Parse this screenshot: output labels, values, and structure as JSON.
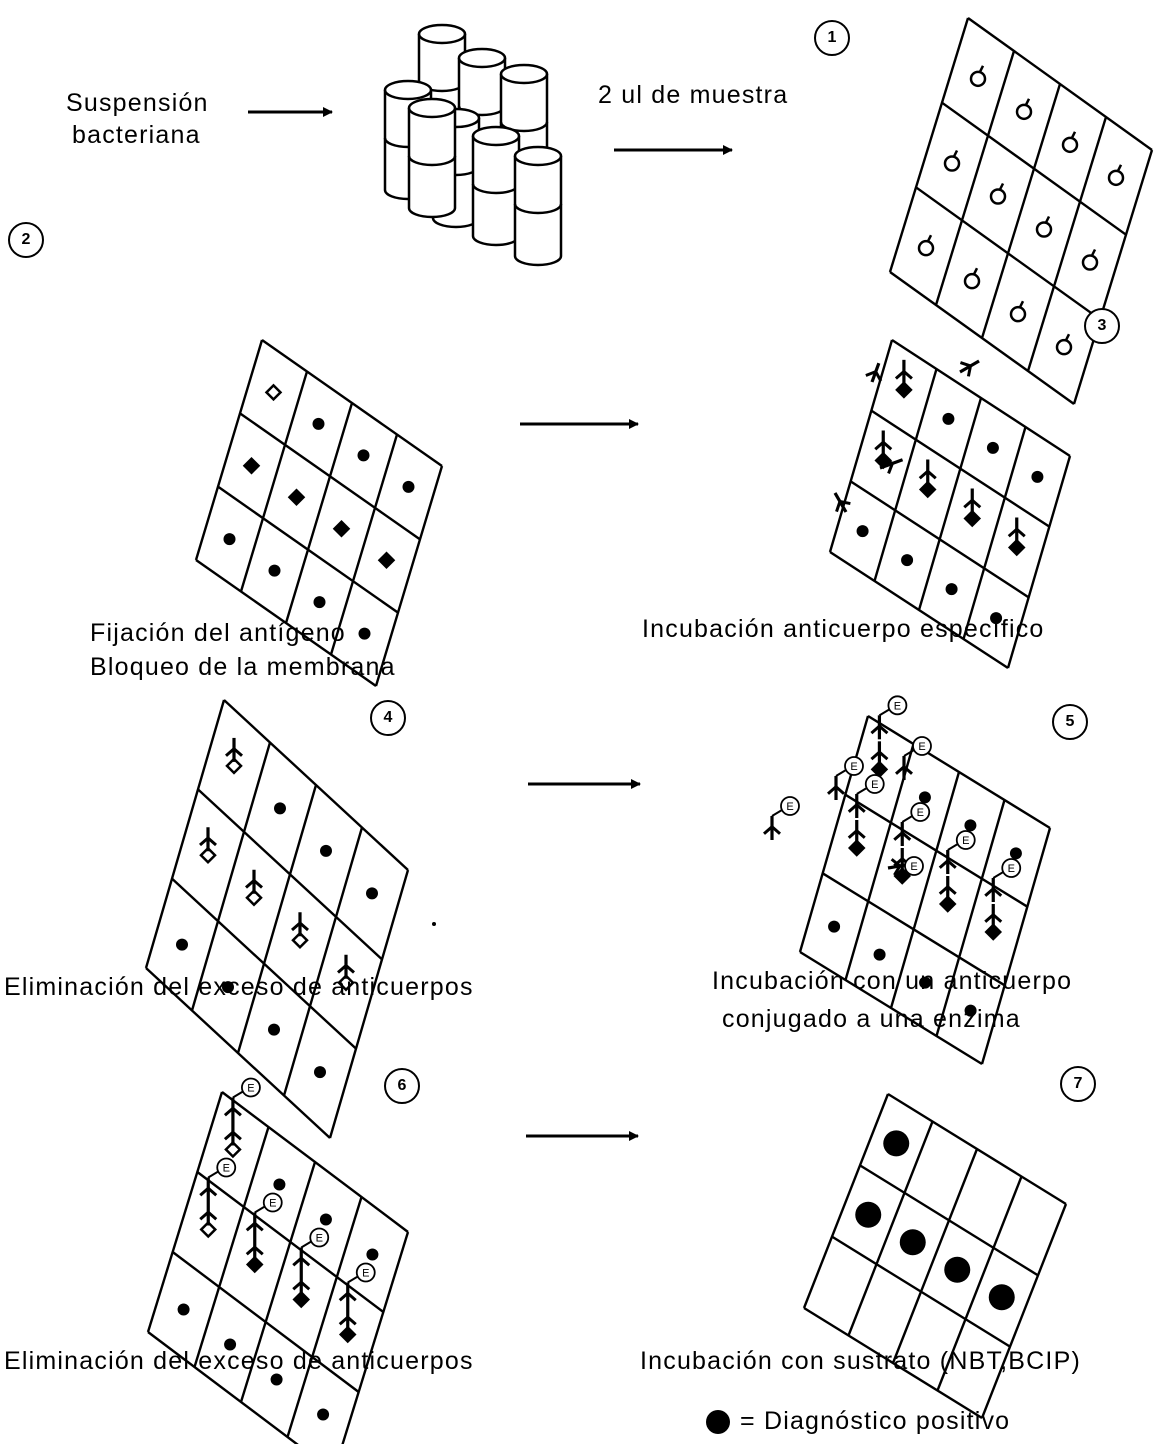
{
  "labels": {
    "suspension_line1": "Suspensión",
    "suspension_line2": "bacteriana",
    "sample": "2 ul de muestra",
    "step2_line1": "Fijación del antígeno",
    "step2_line2": "Bloqueo de la membrana",
    "step3": "Incubación anticuerpo específico",
    "step4": "Eliminación del exceso de anticuerpos",
    "step5_line1": "Incubación con un anticuerpo",
    "step5_line2": "conjugado a una enzima",
    "step6": "Eliminación del exceso de anticuerpos",
    "step7": "Incubación con sustrato (NBT,BCIP)",
    "legend": "= Diagnóstico positivo"
  },
  "steps": [
    "1",
    "2",
    "3",
    "4",
    "5",
    "6",
    "7"
  ],
  "enzyme_label": "E",
  "membrane_grid": {
    "rows": 3,
    "cols": 4
  },
  "colors": {
    "ink": "#000000",
    "background": "#ffffff"
  }
}
